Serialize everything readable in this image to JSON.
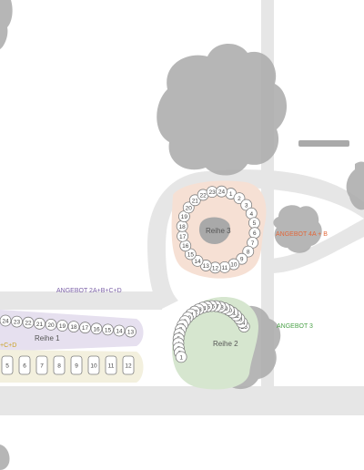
{
  "colors": {
    "background": "#ffffff",
    "path": "#e6e6e6",
    "tree": "#a9a9a9",
    "plot_gray": "#7f7f7f",
    "label_gray": "#555555",
    "row1_fill": "#e6e0ef",
    "row3_fill": "#f6e0d4",
    "row2_fill": "#d6e6cf",
    "urn_row_fill": "#f3f0de",
    "angebot_2": "#7a5fa6",
    "angebot_4": "#e2683a",
    "angebot_3": "#4ca24a",
    "angebot_partial": "#c9a227"
  },
  "rows": {
    "reihe1": {
      "name": "Reihe 1",
      "plots": [
        "24",
        "23",
        "22",
        "21",
        "20",
        "19",
        "18",
        "17",
        "16",
        "15",
        "14",
        "13"
      ]
    },
    "reihe1_urns": {
      "plots": [
        "5",
        "6",
        "7",
        "8",
        "9",
        "10",
        "11",
        "12"
      ]
    },
    "reihe2": {
      "name": "Reihe 2",
      "plots": [
        "25",
        "24",
        "23",
        "22",
        "21",
        "20",
        "19",
        "18",
        "17",
        "16",
        "15",
        "14",
        "13",
        "12",
        "11",
        "10",
        "9",
        "8",
        "7",
        "6",
        "5",
        "4",
        "3",
        "2",
        "1"
      ]
    },
    "reihe3": {
      "name": "Reihe 3",
      "plots": [
        "1",
        "2",
        "3",
        "4",
        "5",
        "6",
        "7",
        "8",
        "9",
        "10",
        "11",
        "12",
        "13",
        "14",
        "15",
        "16",
        "17",
        "18",
        "19",
        "20",
        "21",
        "22",
        "23",
        "24"
      ]
    }
  },
  "offers": {
    "angebot_2": "ANGEBOT 2A+B+C+D",
    "angebot_4": "ANGEBOT 4A + B",
    "angebot_3": "ANGEBOT 3",
    "angebot_partial": "+C+D"
  }
}
